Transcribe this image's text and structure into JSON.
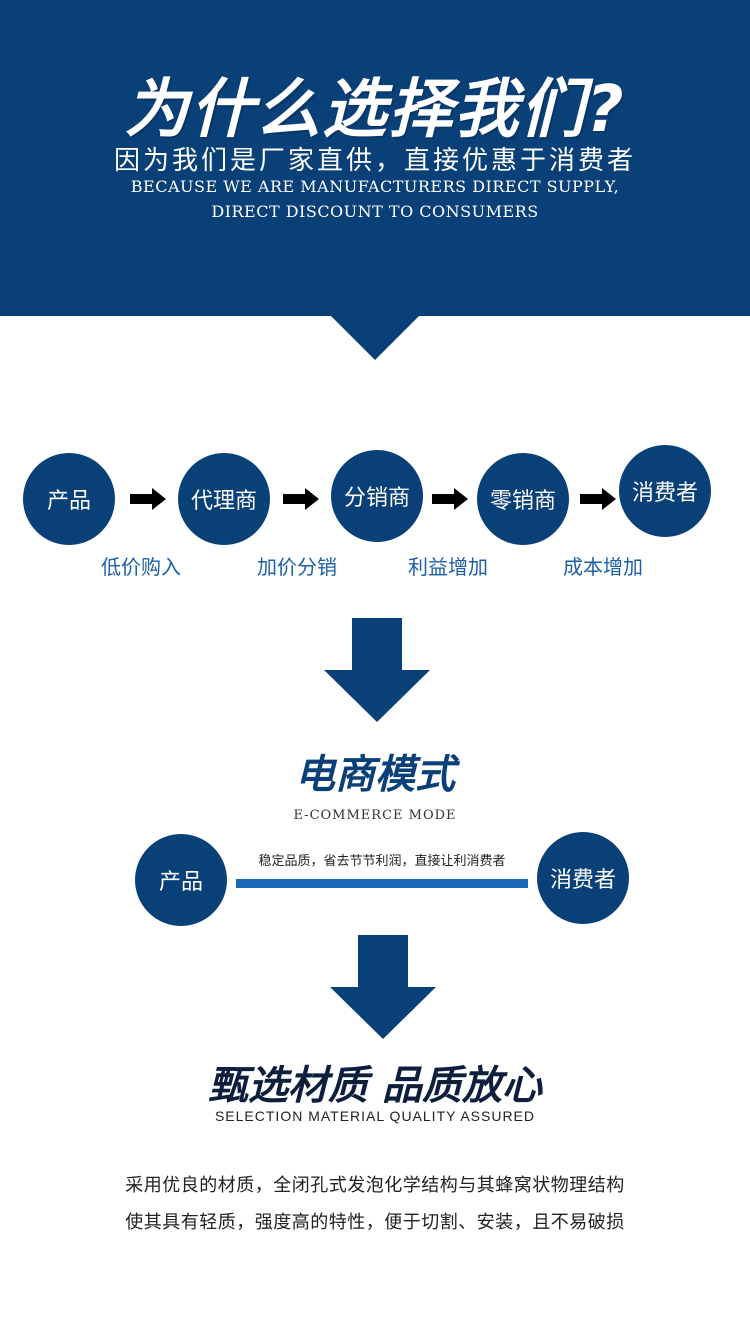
{
  "header": {
    "title": "为什么选择我们?",
    "subtitle": "因为我们是厂家直供，直接优惠于消费者",
    "english_line1": "BECAUSE WE ARE MANUFACTURERS DIRECT SUPPLY,",
    "english_line2": "DIRECT DISCOUNT TO CONSUMERS",
    "color": "#0a4078"
  },
  "flow": {
    "nodes": [
      "产品",
      "代理商",
      "分销商",
      "零销商",
      "消费者"
    ],
    "steps": [
      "低价购入",
      "加价分销",
      "利益增加",
      "成本增加"
    ],
    "arrow_icon": "right-arrow-icon"
  },
  "ecommerce": {
    "title": "电商模式",
    "english": "E-COMMERCE MODE",
    "left_node": "产品",
    "right_node": "消费者",
    "caption": "稳定品质，省去节节利润，直接让利消费者",
    "bar_color": "#1b68b8"
  },
  "quality": {
    "title": "甄选材质  品质放心",
    "english": "SELECTION MATERIAL QUALITY ASSURED",
    "line1": "采用优良的材质，全闭孔式发泡化学结构与其蜂窝状物理结构",
    "line2": "使其具有轻质，强度高的特性，便于切割、安装，且不易破损"
  },
  "icons": {
    "down_arrow": "down-arrow-icon"
  }
}
